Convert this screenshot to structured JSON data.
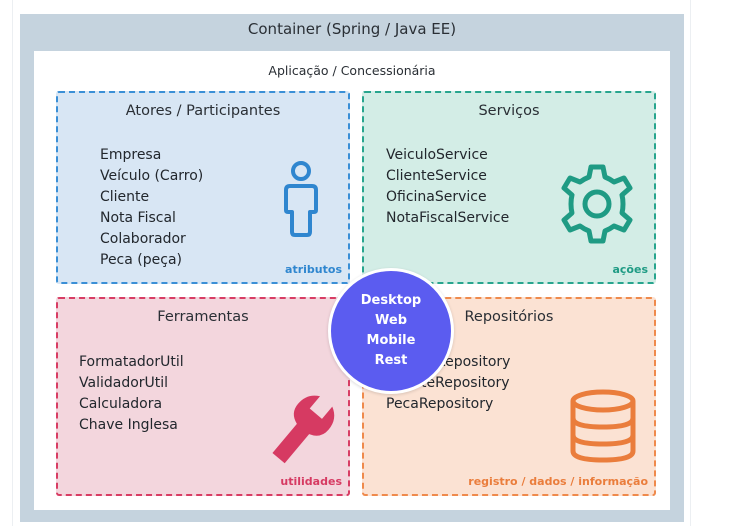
{
  "container": {
    "title": "Container (Spring / Java EE)",
    "app_title": "Aplicação / Concessionária"
  },
  "actors": {
    "title": "Atores / Participantes",
    "items": [
      "Empresa",
      "Veículo (Carro)",
      "Cliente",
      "Nota Fiscal",
      "Colaborador",
      "Peca (peça)"
    ],
    "tag": "atributos",
    "icon": "person-icon",
    "color": "#3a8fd6"
  },
  "services": {
    "title": "Serviços",
    "items": [
      "VeiculoService",
      "ClienteService",
      "OficinaService",
      "NotaFiscalService"
    ],
    "tag": "ações",
    "icon": "gear-icon",
    "color": "#28a58e"
  },
  "tools": {
    "title": "Ferramentas",
    "items": [
      "FormatadorUtil",
      "ValidadorUtil",
      "Calculadora",
      "Chave Inglesa"
    ],
    "tag": "utilidades",
    "icon": "wrench-icon",
    "color": "#d83d64"
  },
  "repos": {
    "title": "Repositórios",
    "items": [
      "VeiculoRepository",
      "ClienteRepository",
      "PecaRepository"
    ],
    "tag": "registro / dados / informação",
    "icon": "database-icon",
    "color": "#ef8a4c"
  },
  "center": {
    "lines": [
      "Desktop",
      "Web",
      "Mobile",
      "Rest"
    ],
    "color": "#5b5cf0"
  }
}
